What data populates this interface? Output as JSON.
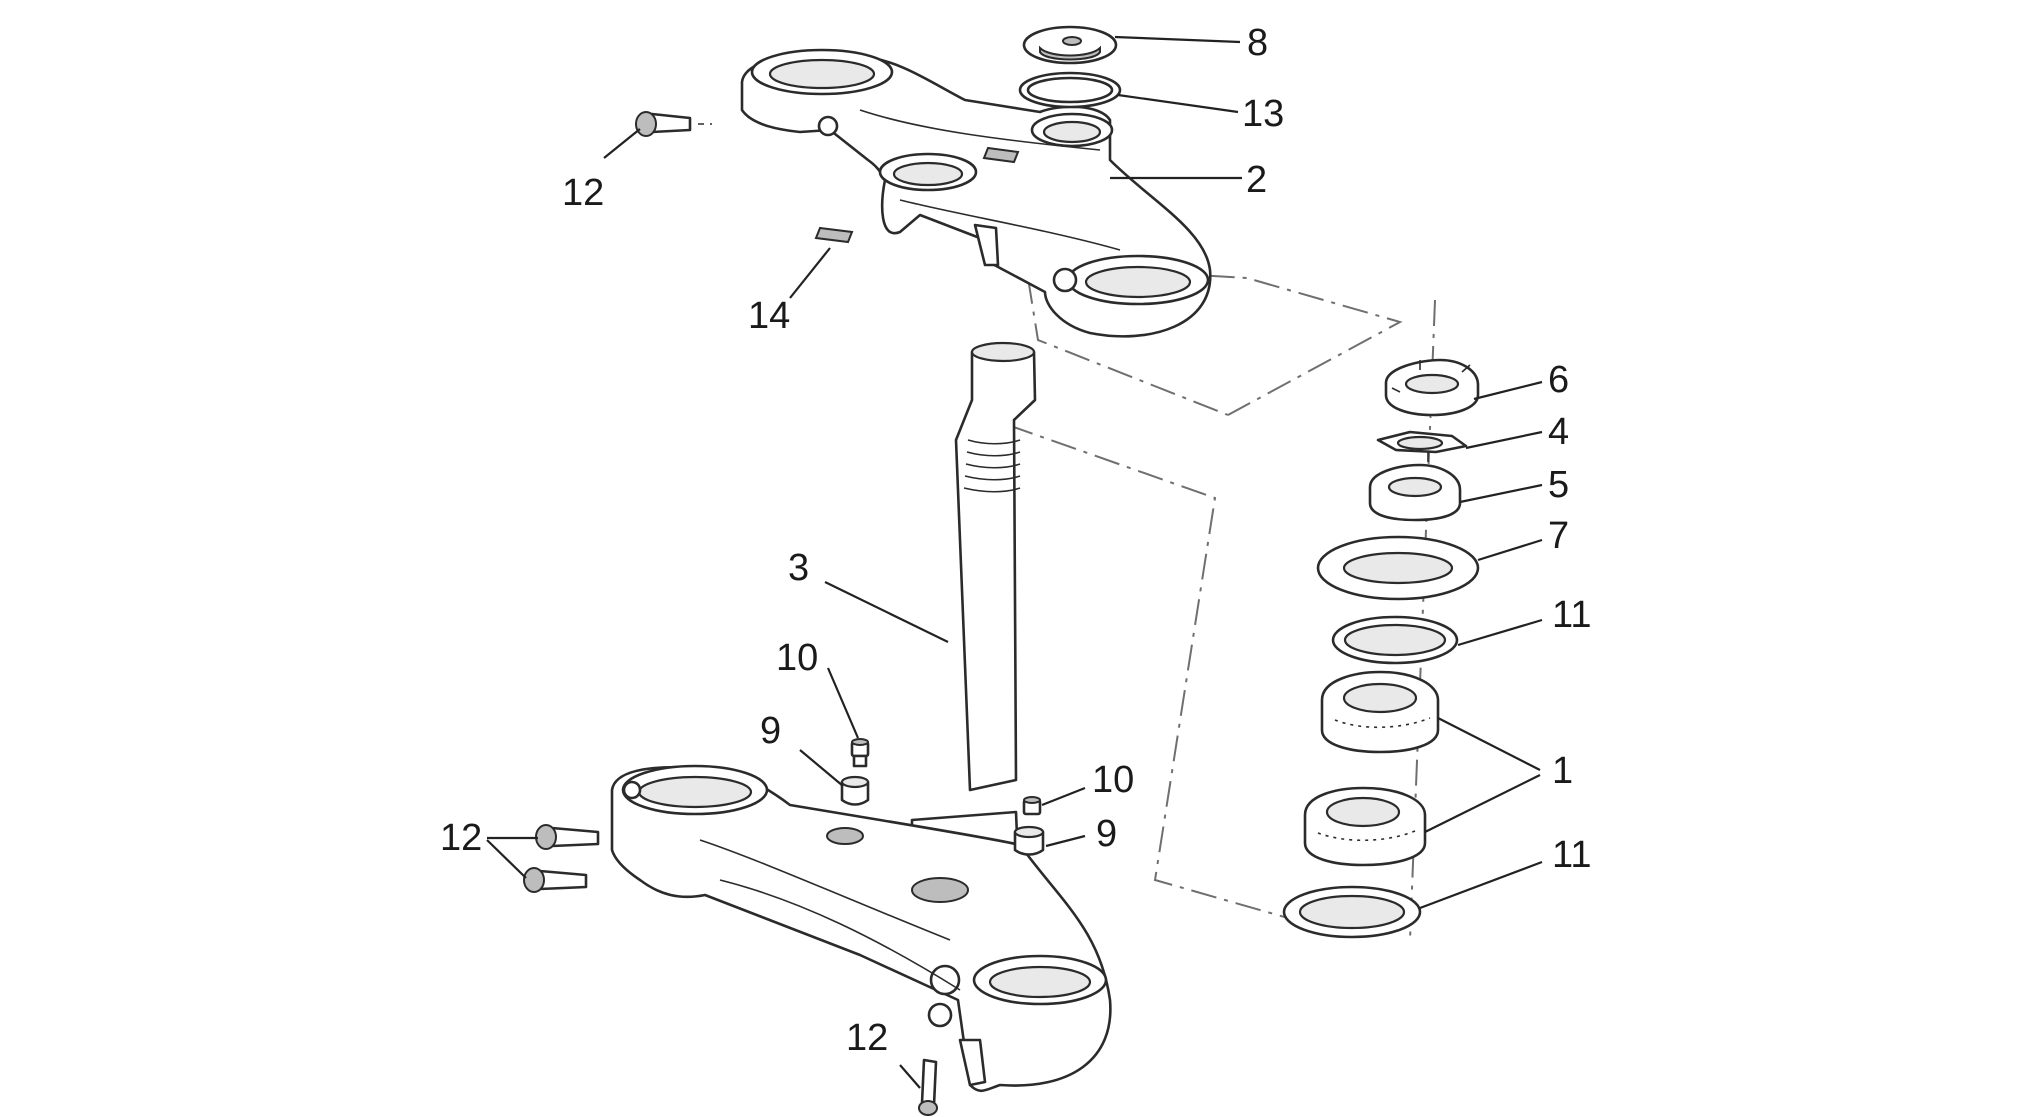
{
  "diagram": {
    "callouts": [
      {
        "id": "c8",
        "text": "8"
      },
      {
        "id": "c13",
        "text": "13"
      },
      {
        "id": "c2",
        "text": "2"
      },
      {
        "id": "c12a",
        "text": "12"
      },
      {
        "id": "c14",
        "text": "14"
      },
      {
        "id": "c6",
        "text": "6"
      },
      {
        "id": "c4",
        "text": "4"
      },
      {
        "id": "c5",
        "text": "5"
      },
      {
        "id": "c7",
        "text": "7"
      },
      {
        "id": "c11a",
        "text": "11"
      },
      {
        "id": "c3",
        "text": "3"
      },
      {
        "id": "c10a",
        "text": "10"
      },
      {
        "id": "c9a",
        "text": "9"
      },
      {
        "id": "c10b",
        "text": "10"
      },
      {
        "id": "c9b",
        "text": "9"
      },
      {
        "id": "c1",
        "text": "1"
      },
      {
        "id": "c12b",
        "text": "12"
      },
      {
        "id": "c11b",
        "text": "11"
      },
      {
        "id": "c12c",
        "text": "12"
      }
    ]
  }
}
